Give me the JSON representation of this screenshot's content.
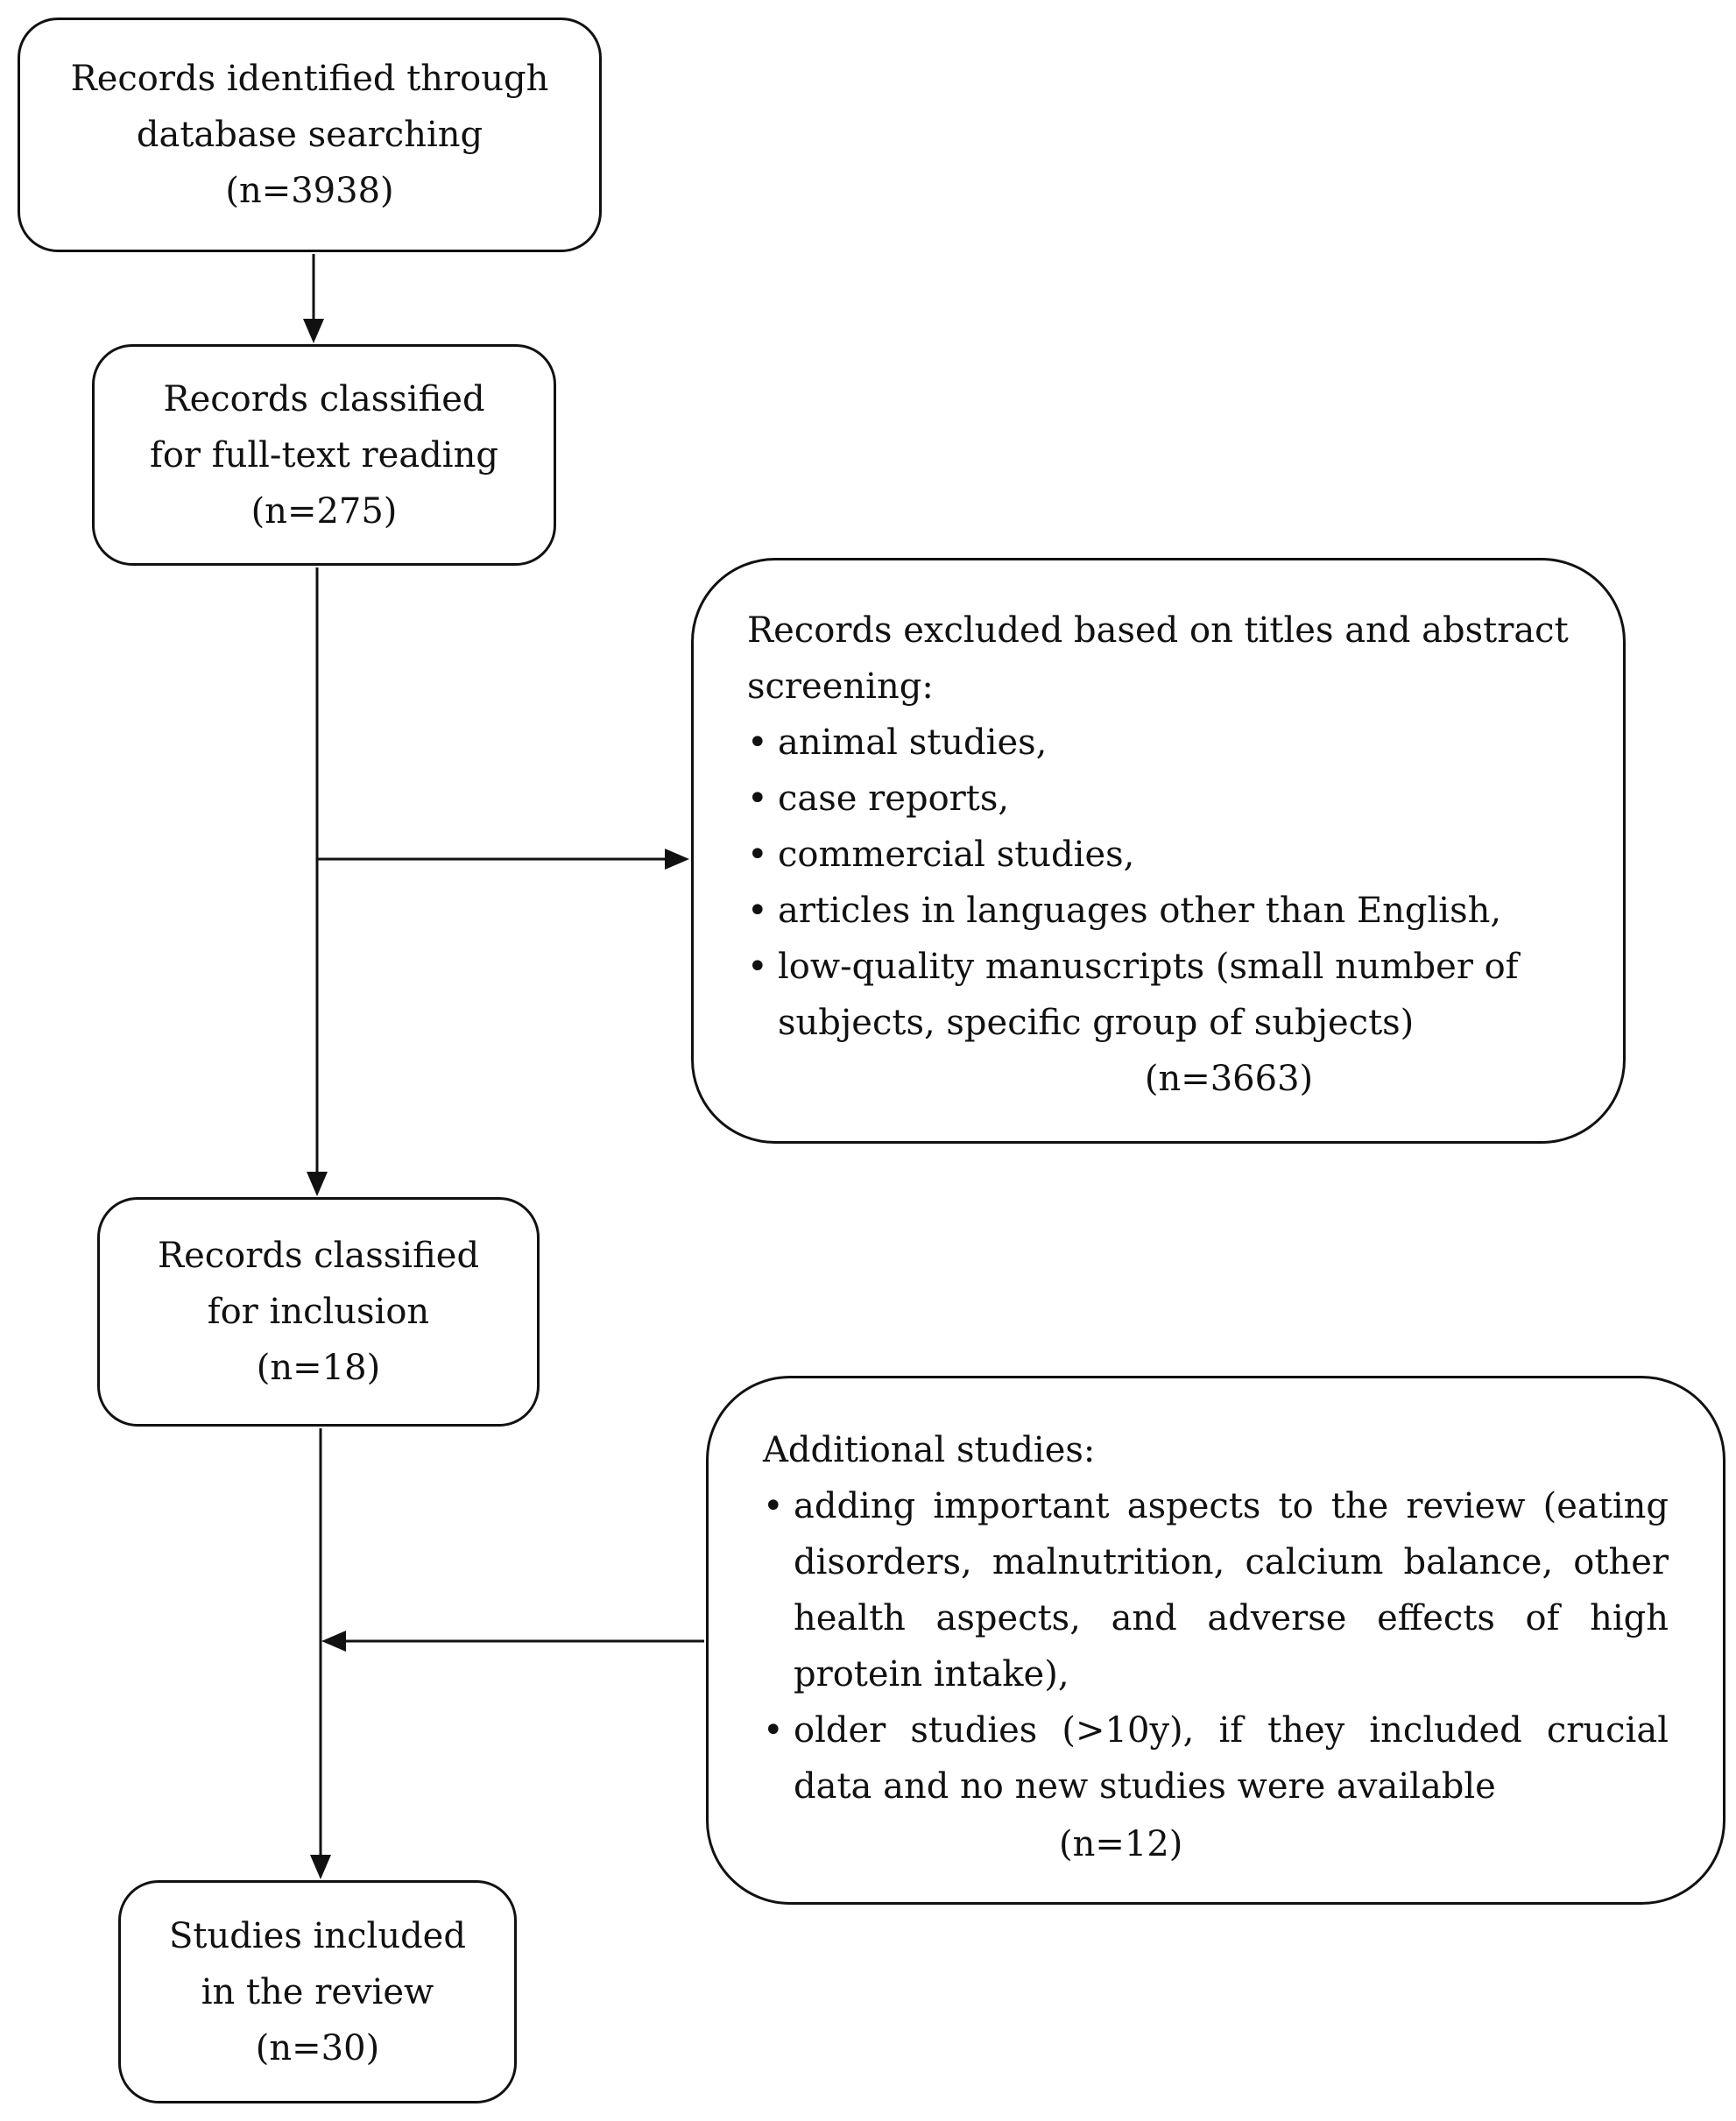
{
  "flow": {
    "identified": {
      "lines": [
        "Records identified through",
        "database searching"
      ],
      "count": "(n=3938)"
    },
    "full_text": {
      "lines": [
        "Records classified",
        "for full-text reading"
      ],
      "count": "(n=275)"
    },
    "inclusion": {
      "lines": [
        "Records classified",
        "for inclusion"
      ],
      "count": "(n=18)"
    },
    "included": {
      "lines": [
        "Studies included",
        "in the review"
      ],
      "count": "(n=30)"
    }
  },
  "excluded": {
    "heading": "Records excluded based on titles and abstract screening:",
    "items": [
      "animal studies,",
      "case reports,",
      "commercial studies,",
      "articles in languages other than English,",
      "low-quality manuscripts (small number of subjects, specific group of subjects)"
    ],
    "count": "(n=3663)"
  },
  "additional": {
    "heading": "Additional studies:",
    "items": [
      "adding important aspects to the review (eating disorders, malnutrition, calcium balance, other health aspects, and adverse effects of high protein intake),",
      "older studies (>10y), if they included crucial data and no new studies were available"
    ],
    "count": "(n=12)"
  }
}
